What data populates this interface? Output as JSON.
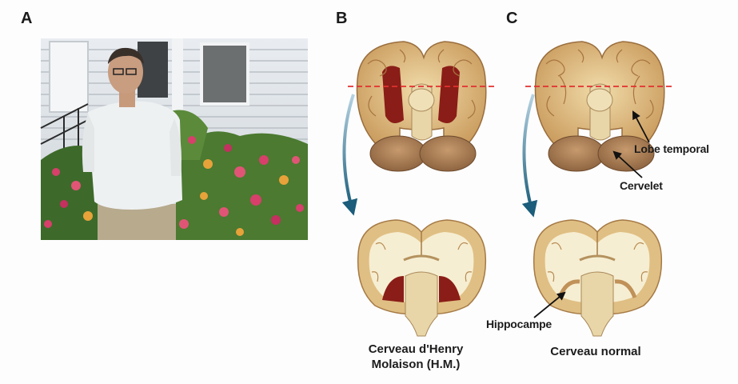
{
  "panels": {
    "a": {
      "letter": "A"
    },
    "b": {
      "letter": "B",
      "caption_line1": "Cerveau d'Henry",
      "caption_line2": "Molaison (H.M.)"
    },
    "c": {
      "letter": "C",
      "caption": "Cerveau normal"
    }
  },
  "annotations": {
    "lobe_temporal": "Lobe temporal",
    "cervelet": "Cervelet",
    "hippocampe": "Hippocampe"
  },
  "colors": {
    "cut_line": "#e23030",
    "arrow": "#1b5d7a",
    "brain_tissue": "#e8cf98",
    "white_matter": "#f6eed2",
    "lesion": "#8a1d17"
  }
}
